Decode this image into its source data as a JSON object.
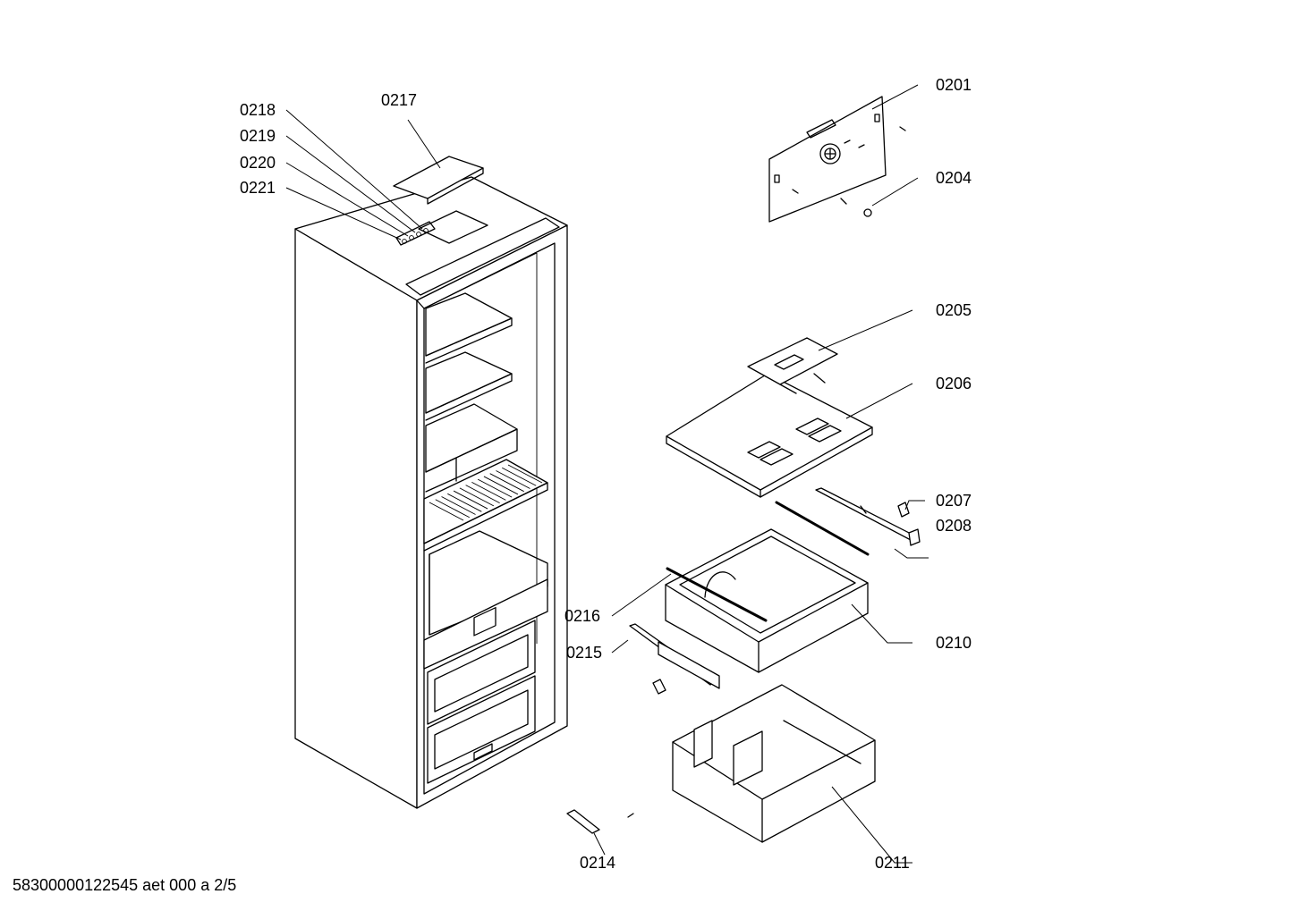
{
  "labels": {
    "p0201": "0201",
    "p0204": "0204",
    "p0205": "0205",
    "p0206": "0206",
    "p0207": "0207",
    "p0208": "0208",
    "p0210": "0210",
    "p0211": "0211",
    "p0214": "0214",
    "p0215": "0215",
    "p0216": "0216",
    "p0217": "0217",
    "p0218": "0218",
    "p0219": "0219",
    "p0220": "0220",
    "p0221": "0221"
  },
  "footer": "58300000122545 aet 000 a 2/5"
}
